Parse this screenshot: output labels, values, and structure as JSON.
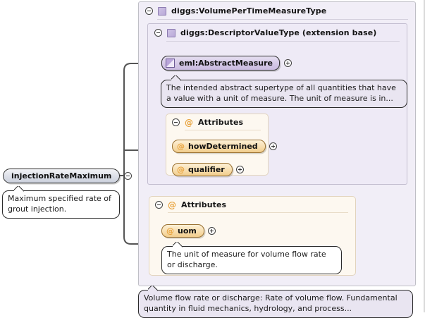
{
  "diagram": {
    "kind": "xml-schema-element-diagram",
    "root_element": {
      "name": "injectionRateMaximum",
      "collapse_icon": "minus-circle-icon",
      "documentation": "Maximum specified rate of grout injection."
    },
    "type_container": {
      "label": "diggs:VolumePerTimeMeasureType",
      "collapse_icon": "minus-circle-icon",
      "type_icon": "complex-type-icon",
      "documentation": "Volume flow rate or discharge: Rate of volume flow. Fundamental quantity in fluid mechanics, hydrology, and process..."
    },
    "extension_base": {
      "label": "diggs:DescriptorValueType (extension base)",
      "collapse_icon": "minus-circle-icon",
      "type_icon": "complex-type-icon"
    },
    "abstract_element": {
      "name": "eml:AbstractMeasure",
      "glyph": "abstract-element-icon",
      "expand_icon": "plus-circle-icon",
      "documentation": "The intended abstract supertype of all quantities that have a value with a unit of measure. The unit of measure is in..."
    },
    "attribute_groups": [
      {
        "label": "Attributes",
        "collapse_icon": "minus-circle-icon",
        "at_icon": "at-sign-icon",
        "attributes": [
          {
            "name": "howDetermined",
            "expand_icon": "plus-circle-icon"
          },
          {
            "name": "qualifier",
            "expand_icon": "plus-circle-icon"
          }
        ]
      },
      {
        "label": "Attributes",
        "collapse_icon": "minus-circle-icon",
        "at_icon": "at-sign-icon",
        "attributes": [
          {
            "name": "uom",
            "expand_icon": "plus-circle-icon"
          }
        ],
        "attribute_documentation": "The unit of measure for volume flow rate or discharge."
      }
    ],
    "colors": {
      "type_container_bg": "#f1eef7",
      "extension_bg": "#eeeaf6",
      "attributes_bg": "#fdf8f0",
      "element_pill": "#d4c8e6",
      "attribute_pill": "#f7dcab",
      "connector": "#555555",
      "accent_at": "#e8a33d"
    }
  }
}
